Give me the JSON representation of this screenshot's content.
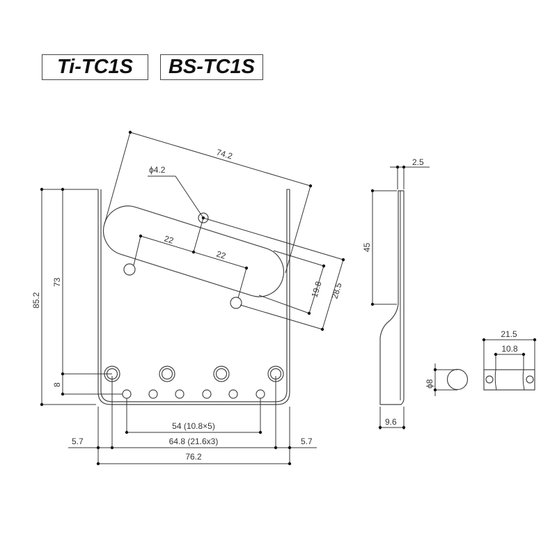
{
  "models": [
    "Ti-TC1S",
    "BS-TC1S"
  ],
  "dimensions": {
    "slot_length": "74.2",
    "hole_diameter": "ϕ4.2",
    "offset_a": "22",
    "offset_b": "22",
    "slot_width": "19.8",
    "hole_spacing": "28.5",
    "height_total": "85.2",
    "height_to_saddle": "73",
    "saddle_row_gap": "8",
    "string_spacing": "54 (10.8×5)",
    "saddle_spacing": "64.8 (21.6x3)",
    "edge_left": "5.7",
    "edge_right": "5.7",
    "width_total": "76.2",
    "side_thickness": "2.5",
    "side_wall_height": "45",
    "side_base_depth": "9.6",
    "saddle_diameter": "ϕ8",
    "saddle_length": "21.5",
    "saddle_inner": "10.8"
  }
}
